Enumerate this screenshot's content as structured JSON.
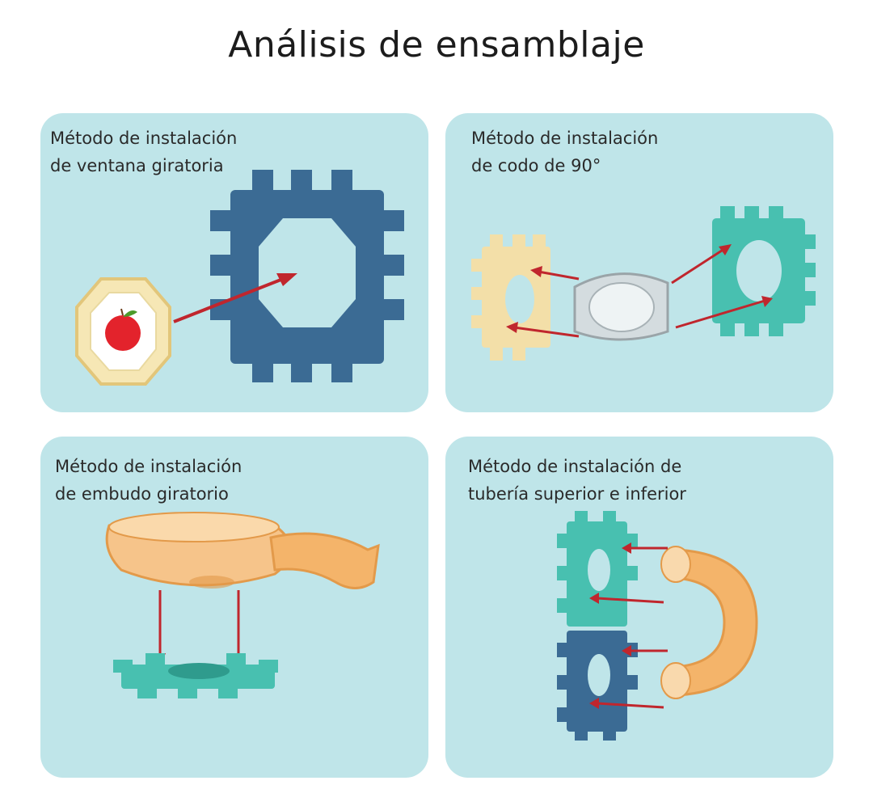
{
  "title": "Análisis de ensamblaje",
  "panels": [
    {
      "line1": "Método de instalación",
      "line2": "de ventana giratoria"
    },
    {
      "line1": "Método de instalación",
      "line2": "de codo de 90°"
    },
    {
      "line1": "Método de instalación",
      "line2": "de embudo giratorio"
    },
    {
      "line1": "Método de instalación de",
      "line2": "tubería superior e inferior"
    }
  ],
  "colors": {
    "panel_bg": "#bfe5e9",
    "navy_block": "#3b6b94",
    "teal_block": "#48c0b0",
    "cream_block": "#f3dfa8",
    "orange_part": "#f4b46a",
    "arrow": "#c0262d"
  }
}
